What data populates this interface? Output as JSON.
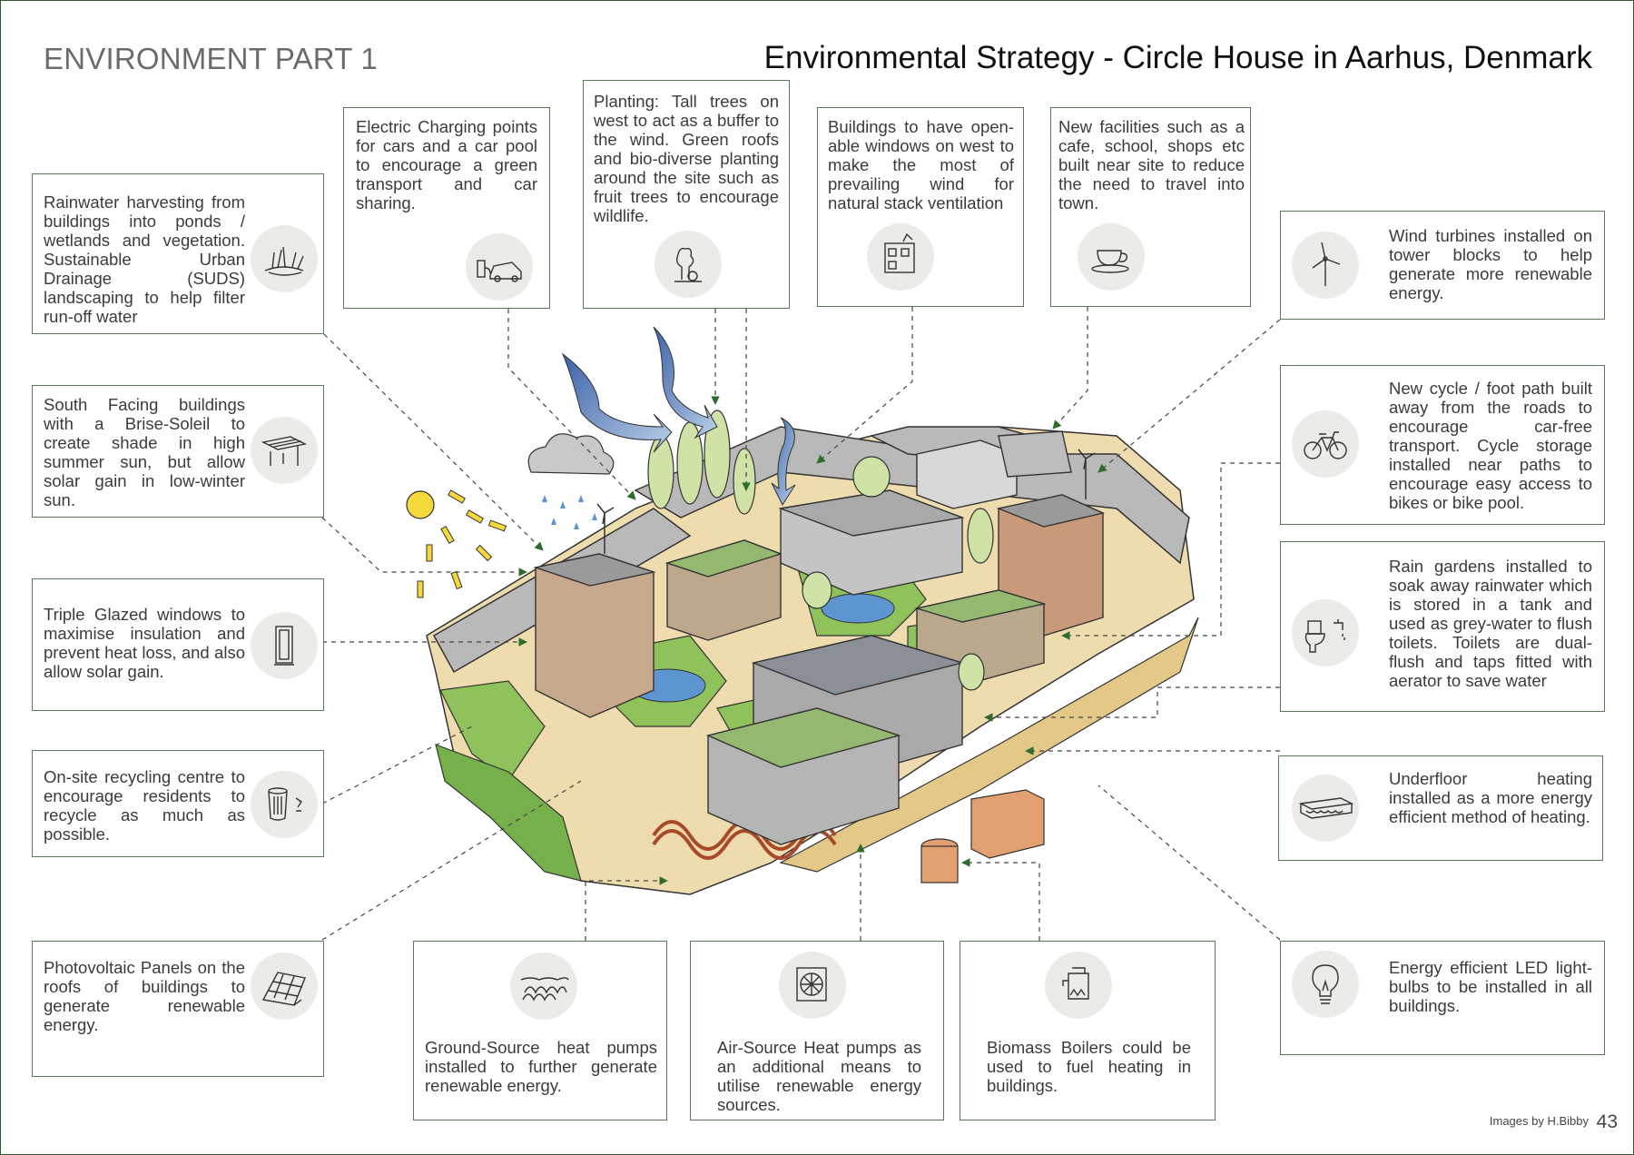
{
  "header": {
    "section_title": "ENVIRONMENT PART 1",
    "main_title": "Environmental Strategy - Circle House in Aarhus, Denmark"
  },
  "boxes": {
    "rainwater": "Rainwater harvesting from buildings into ponds / wetlands and vegetation. Sustainable Urban Drainage (SUDS) landscaping to help filter run-off water",
    "charging": "Electric Charging points for cars and a car pool to encourage a green transport and car sharing.",
    "planting": "Planting: Tall trees on west to act as a buffer to the wind. Green roofs and bio-diverse planting around the site such as fruit trees to encourage wildlife.",
    "windows": "Buildings to have open-able windows on west to make the most of prevailing wind for natural stack ventilation",
    "facilities": "New facilities such as a cafe, school, shops etc built near site to reduce the need to travel into town.",
    "wind": "Wind turbines installed on tower blocks to help generate more renewable energy.",
    "south": "South Facing buildings with a Brise-Soleil to create shade in high summer sun, but allow solar gain in low-winter sun.",
    "cycle": "New cycle / foot path built away from the roads to encourage car-free transport. Cycle storage installed near paths to encourage easy access to bikes or bike pool.",
    "glazing": "Triple Glazed windows to maximise insulation and prevent heat loss, and also allow solar gain.",
    "raingardens": "Rain gardens installed to soak away rainwater which is stored in a tank and used as grey-water to flush toilets. Toilets are dual-flush and taps fitted with aerator to save water",
    "recycling": "On-site recycling centre to encourage residents to recycle as much as possible.",
    "underfloor": "Underfloor heating installed as a more energy efficient method of heating.",
    "pv": "Photovoltaic Panels on the roofs of buildings to generate renewable energy.",
    "led": "Energy efficient LED light-bulbs to be installed in all buildings.",
    "ground": "Ground-Source heat pumps installed to further generate renewable energy.",
    "air": "Air-Source Heat pumps as an additional means to utilise renewable energy sources.",
    "biomass": "Biomass Boilers could be used to fuel heating in buildings."
  },
  "icons": {
    "rainwater": "wetland-plants-icon",
    "charging": "electric-car-icon",
    "planting": "trees-icon",
    "windows": "building-window-icon",
    "facilities": "coffee-cup-icon",
    "wind": "wind-turbine-icon",
    "south": "brise-soleil-icon",
    "cycle": "bicycle-icon",
    "glazing": "window-icon",
    "raingardens": "toilet-tap-icon",
    "recycling": "recycling-bin-icon",
    "underfloor": "underfloor-heating-icon",
    "pv": "solar-panel-icon",
    "led": "light-bulb-icon",
    "ground": "ground-source-pump-icon",
    "air": "air-source-fan-icon",
    "biomass": "biomass-boiler-icon"
  },
  "footer": {
    "credit": "Images by H.Bibby",
    "page_number": "43"
  },
  "colors": {
    "box_border": "#5b7a5b",
    "leader_line": "#444444",
    "arrow_head": "#2e6b2e",
    "ground": "#eedcaf",
    "grass": "#8fc25a",
    "water": "#5c95cf",
    "sun": "#f5d93c"
  }
}
